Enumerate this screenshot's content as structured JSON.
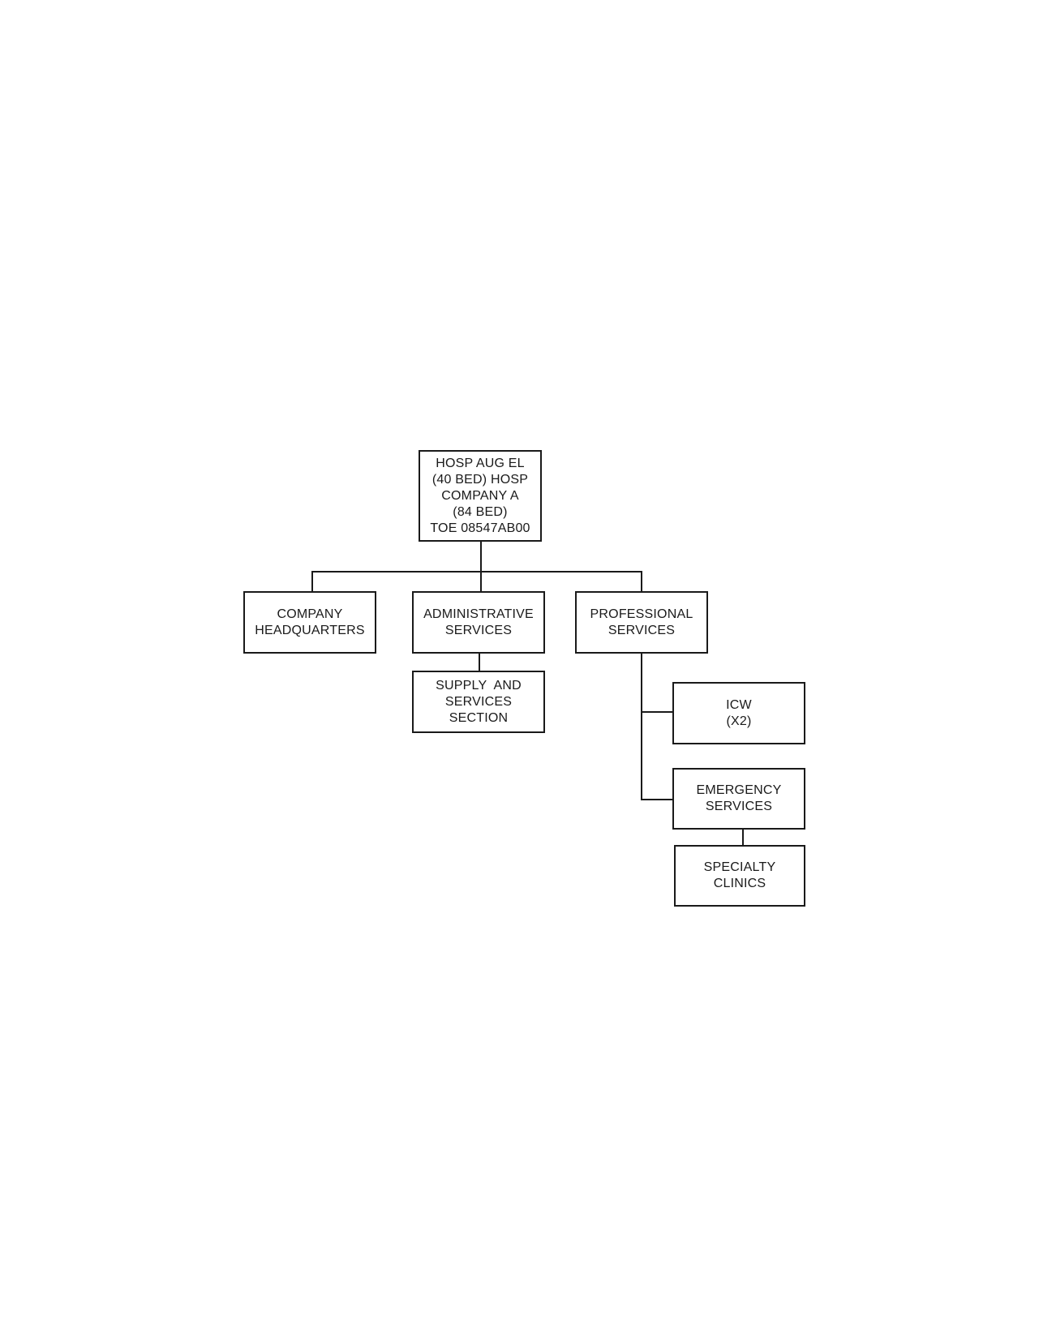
{
  "colors": {
    "background": "#ffffff",
    "line": "#1a1a1a",
    "text": "#1a1a1a"
  },
  "org_chart": {
    "root": {
      "lines": [
        "HOSP AUG EL",
        "(40 BED) HOSP",
        "COMPANY A",
        "(84 BED)",
        "TOE 08547AB00"
      ]
    },
    "company_headquarters": {
      "lines": [
        "COMPANY",
        "HEADQUARTERS"
      ]
    },
    "administrative_services": {
      "lines": [
        "ADMINISTRATIVE",
        "SERVICES"
      ]
    },
    "supply_and_services_section": {
      "lines": [
        "SUPPLY  AND",
        "SERVICES",
        "SECTION"
      ]
    },
    "professional_services": {
      "lines": [
        "PROFESSIONAL",
        "SERVICES"
      ]
    },
    "icw": {
      "lines": [
        "ICW",
        "(X2)"
      ]
    },
    "emergency_services": {
      "lines": [
        "EMERGENCY",
        "SERVICES"
      ]
    },
    "specialty_clinics": {
      "lines": [
        "SPECIALTY",
        "CLINICS"
      ]
    }
  }
}
